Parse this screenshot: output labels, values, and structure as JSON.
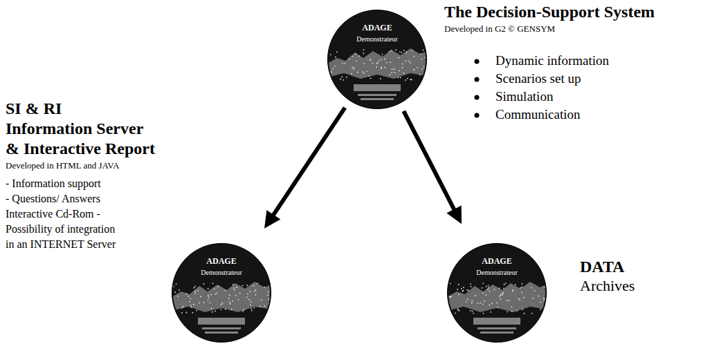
{
  "diagram": {
    "nodes": [
      {
        "text": [
          "ADAGE",
          "Demonstrateur"
        ]
      },
      {
        "text": [
          "ADAGE",
          "Demonstrateur"
        ]
      },
      {
        "text": [
          "ADAGE",
          "Demonstrateur"
        ]
      }
    ],
    "edges": [
      {
        "from": 0,
        "to": 1,
        "arrow": "to"
      },
      {
        "from": 0,
        "to": 2,
        "arrow": "to"
      }
    ],
    "labels": [
      "The Decision-Support System",
      "Developed in G2 © GENSYM",
      "Dynamic information",
      "Scenarios set up",
      "Simulation",
      "Communication",
      "SI & RI",
      "Information Server",
      "& Interactive Report",
      "Developed in HTML and JAVA",
      "- Information support",
      "- Questions/ Answers",
      "Interactive Cd-Rom -",
      "Possibility of integration",
      "in an INTERNET Server",
      "DATA",
      "Archives"
    ]
  }
}
